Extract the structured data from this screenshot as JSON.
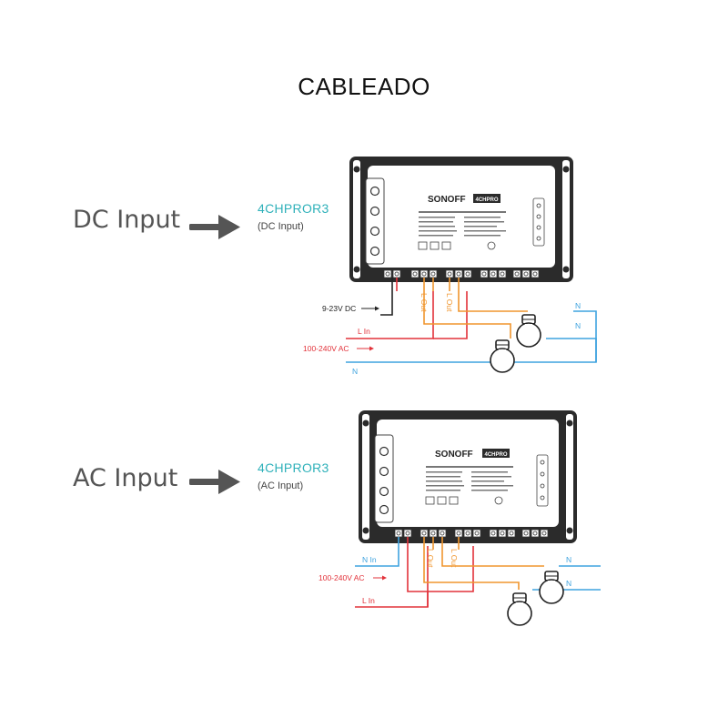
{
  "title": "CABLEADO",
  "dc": {
    "input_label": "DC Input",
    "model": "4CHPROR3",
    "model_sub": "(DC Input)",
    "brand": "SONOFF",
    "model_badge": "4CHPRO",
    "wire_dc": "9-23V DC",
    "wire_lin": "L In",
    "wire_ac": "100-240V AC",
    "wire_n": "N",
    "wire_n1": "N",
    "wire_n2": "N",
    "wire_lout1": "L Out",
    "wire_lout2": "L Out"
  },
  "ac": {
    "input_label": "AC Input",
    "model": "4CHPROR3",
    "model_sub": "(AC Input)",
    "brand": "SONOFF",
    "model_badge": "4CHPRO",
    "wire_nin": "N In",
    "wire_ac": "100-240V AC",
    "wire_lin": "L In",
    "wire_n1": "N",
    "wire_n2": "N",
    "wire_lout1": "L Out",
    "wire_lout2": "L Out"
  },
  "colors": {
    "orange": "#f0962e",
    "red": "#e2323a",
    "blue": "#3fa3df",
    "teal": "#2fb1ba",
    "device_dark": "#2b2b2b"
  }
}
